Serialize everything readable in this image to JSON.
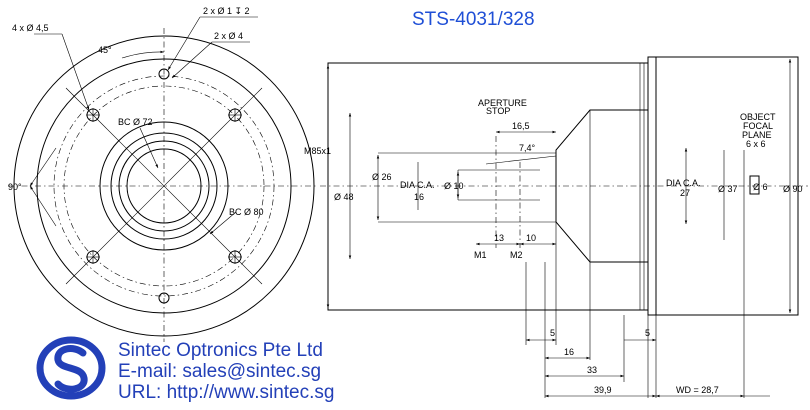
{
  "title": "STS-4031/328",
  "company": {
    "name": "Sintec Optronics Pte Ltd",
    "email": "E-mail: sales@sintec.sg",
    "url": "URL: http://www.sintec.sg"
  },
  "colors": {
    "brand_blue": "#2340b8",
    "title_blue": "#1f4fd6",
    "line": "#000000"
  },
  "front_view": {
    "hole_callout_1": "4 x Ø 4,5",
    "hole_callout_2": "2 x Ø 1 ↧ 2",
    "hole_callout_3": "2 x Ø 4",
    "angle_45": "45°",
    "angle_90": "90°",
    "bc_72": "BC Ø 72",
    "bc_80": "BC Ø 80"
  },
  "side_view": {
    "thread": "M85x1",
    "aperture_stop": [
      "APERTURE",
      "STOP"
    ],
    "d_48": "Ø 48",
    "d_26": "Ø 26",
    "dia_ca_16": [
      "DIA C.A.",
      "16"
    ],
    "d_10": "Ø 10",
    "dim_16_5": "16,5",
    "angle_7_4": "7,4°",
    "dim_13": "13",
    "dim_10": "10",
    "m1": "M1",
    "m2": "M2",
    "dia_ca_27": [
      "DIA C.A.",
      "27"
    ],
    "d_37": "Ø 37",
    "d_90": "Ø 90",
    "object_plane": [
      "OBJECT",
      "FOCAL",
      "PLANE",
      "6 x 6"
    ],
    "d_6": "Ø 6",
    "dim_5a": "5",
    "dim_5b": "5",
    "dim_16": "16",
    "dim_33": "33",
    "dim_39_9": "39,9",
    "wd": "WD = 28,7"
  }
}
